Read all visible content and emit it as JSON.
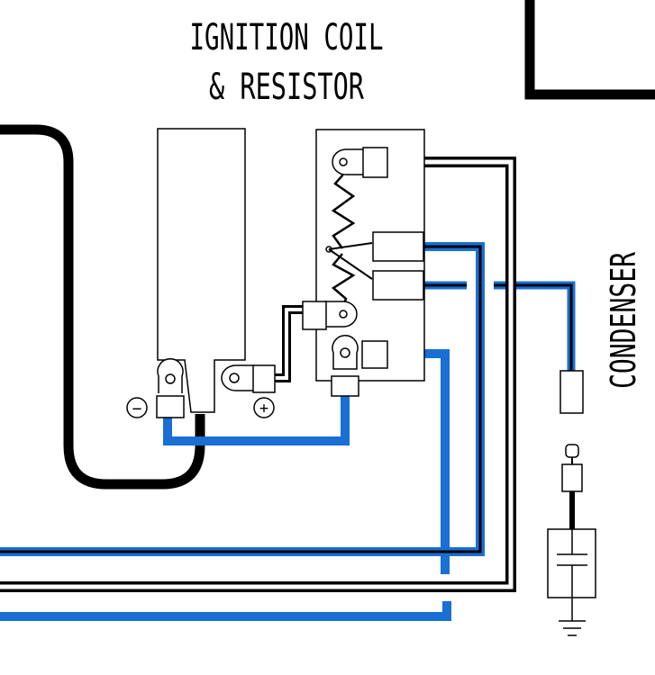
{
  "title": {
    "line1": "IGNITION COIL",
    "line2": "& RESISTOR"
  },
  "labels": {
    "condenser": "CONDENSER",
    "coil_negative": "−",
    "coil_positive": "+"
  },
  "colors": {
    "wire_black": "#000000",
    "wire_blue": "#1a6fd4",
    "wire_black_white": "#000000",
    "background": "#ffffff"
  }
}
